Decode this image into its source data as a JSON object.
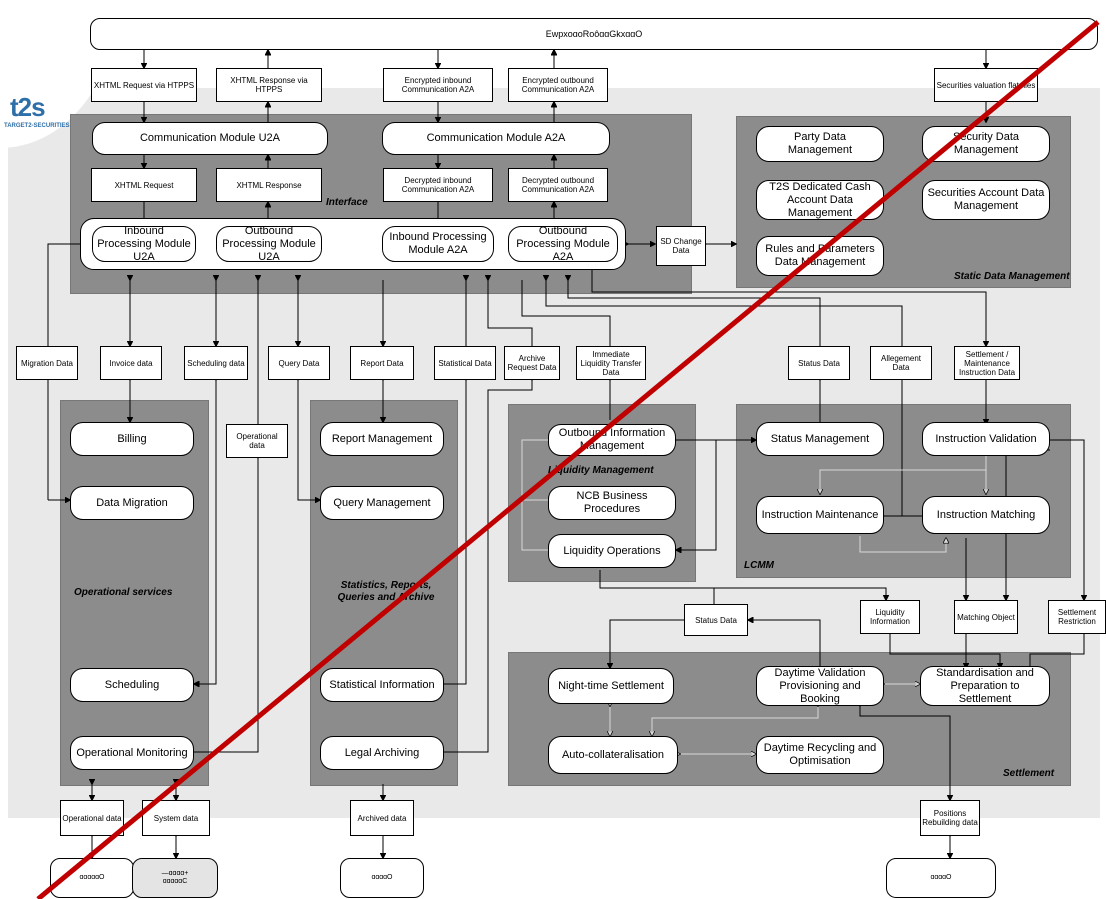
{
  "header_bar": {
    "text": "EwpxoɑoRoôɑɑGkxɑɑO"
  },
  "logo": {
    "mark": "t2s",
    "subtitle": "TARGET2-SECURITIES"
  },
  "top_flows": {
    "xhtml_request_https": "XHTML Request via HTPPS",
    "xhtml_response_https": "XHTML Response via HTPPS",
    "encrypted_inbound": "Encrypted inbound Communication A2A",
    "encrypted_outbound": "Encrypted outbound Communication A2A",
    "securities_valuation": "Securities valuation flat files"
  },
  "interface": {
    "label": "Interface",
    "comm_u2a": "Communication Module U2A",
    "comm_a2a": "Communication Module A2A",
    "xhtml_request": "XHTML Request",
    "xhtml_response": "XHTML Response",
    "decrypted_inbound": "Decrypted inbound Communication A2A",
    "decrypted_outbound": "Decrypted outbound Communication A2A",
    "inbound_u2a": "Inbound Processing Module U2A",
    "outbound_u2a": "Outbound Processing Module U2A",
    "inbound_a2a": "Inbound Processing Module A2A",
    "outbound_a2a": "Outbound Processing Module A2A"
  },
  "sd_change": "SD Change Data",
  "static_data": {
    "label": "Static Data Management",
    "party": "Party Data Management",
    "security": "Security Data Management",
    "cash_account": "T2S Dedicated Cash Account Data Management",
    "securities_account": "Securities Account Data Management",
    "rules": "Rules and Parameters Data Management"
  },
  "mid_flows": {
    "migration": "Migration Data",
    "invoice": "Invoice data",
    "scheduling": "Scheduling data",
    "query": "Query Data",
    "report": "Report Data",
    "statistical": "Statistical Data",
    "archive_request": "Archive Request Data",
    "immediate_liquidity": "Immediate Liquidity Transfer Data",
    "status": "Status Data",
    "allegement": "Allegement Data",
    "settlement_maintenance": "Settlement / Maintenance Instruction Data",
    "operational": "Operational data"
  },
  "operational_services": {
    "label": "Operational services",
    "billing": "Billing",
    "data_migration": "Data Migration",
    "scheduling": "Scheduling",
    "operational_monitoring": "Operational Monitoring"
  },
  "statistics": {
    "label": "Statistics, Reports, Queries and Archive",
    "report_management": "Report Management",
    "query_management": "Query Management",
    "statistical_information": "Statistical Information",
    "legal_archiving": "Legal Archiving"
  },
  "liquidity": {
    "label": "Liquidity Management",
    "outbound_info": "Outbound Information Management",
    "ncb": "NCB Business Procedures",
    "operations": "Liquidity Operations"
  },
  "lcmm": {
    "label": "LCMM",
    "status_management": "Status Management",
    "instruction_validation": "Instruction Validation",
    "instruction_maintenance": "Instruction Maintenance",
    "instruction_matching": "Instruction Matching"
  },
  "lower_flows": {
    "status": "Status Data",
    "liquidity_information": "Liquidity Information",
    "matching_object": "Matching Object",
    "settlement_restriction": "Settlement Restriction"
  },
  "settlement": {
    "label": "Settlement",
    "night_time": "Night-time Settlement",
    "daytime_validation": "Daytime Validation Provisioning and Booking",
    "standardisation": "Standardisation and Preparation to Settlement",
    "auto_collateral": "Auto-collateralisation",
    "daytime_recycling": "Daytime Recycling and Optimisation"
  },
  "bottom_flows": {
    "operational": "Operational data",
    "system": "System data",
    "archived": "Archived data",
    "positions": "Positions Rebuilding data"
  },
  "externals": {
    "e1": "ɑɑɑɑɑO",
    "e2a": "—ɑɑɑɑ+",
    "e2b": "ɑɑɑɑɑC",
    "e3": "ɑɑɑɑO",
    "e4": "ɑɑɑɑO"
  },
  "colors": {
    "panel": "#8c8c8c",
    "background": "#e9e9e9",
    "slash": "#c00000",
    "logo": "#2f6fa8"
  }
}
